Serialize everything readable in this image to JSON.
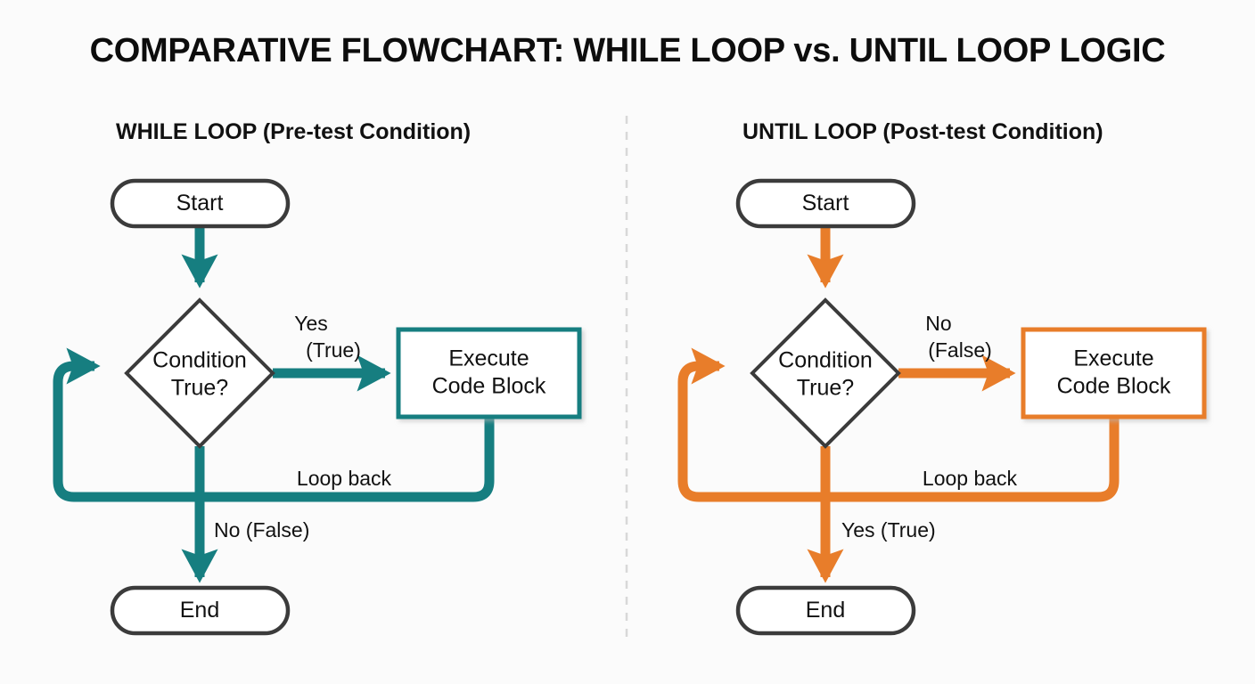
{
  "title": "COMPARATIVE FLOWCHART: WHILE LOOP vs. UNTIL LOOP LOGIC",
  "background_color": "#fbfbfb",
  "divider": {
    "style": "dashed-vertical",
    "color": "#d8d8d8"
  },
  "panels": [
    {
      "id": "while",
      "heading": "WHILE LOOP (Pre-test Condition)",
      "accent_color": "#167e80",
      "outline_color": "#3b3b3b",
      "nodes": {
        "start": {
          "label": "Start",
          "shape": "terminal"
        },
        "decision": {
          "label_line1": "Condition",
          "label_line2": "True?",
          "shape": "decision"
        },
        "process": {
          "label_line1": "Execute",
          "label_line2": "Code Block",
          "shape": "process"
        },
        "end": {
          "label": "End",
          "shape": "terminal"
        }
      },
      "edges": {
        "branch_to_process": {
          "line1": "Yes",
          "line2": "(True)"
        },
        "loop_back": {
          "label": "Loop back"
        },
        "branch_to_end": {
          "label": "No (False)"
        }
      }
    },
    {
      "id": "until",
      "heading": "UNTIL LOOP (Post-test Condition)",
      "accent_color": "#e87d2a",
      "outline_color": "#3b3b3b",
      "nodes": {
        "start": {
          "label": "Start",
          "shape": "terminal"
        },
        "decision": {
          "label_line1": "Condition",
          "label_line2": "True?",
          "shape": "decision"
        },
        "process": {
          "label_line1": "Execute",
          "label_line2": "Code Block",
          "shape": "process"
        },
        "end": {
          "label": "End",
          "shape": "terminal"
        }
      },
      "edges": {
        "branch_to_process": {
          "line1": "No",
          "line2": "(False)"
        },
        "loop_back": {
          "label": "Loop back"
        },
        "branch_to_end": {
          "label": "Yes (True)"
        }
      }
    }
  ]
}
